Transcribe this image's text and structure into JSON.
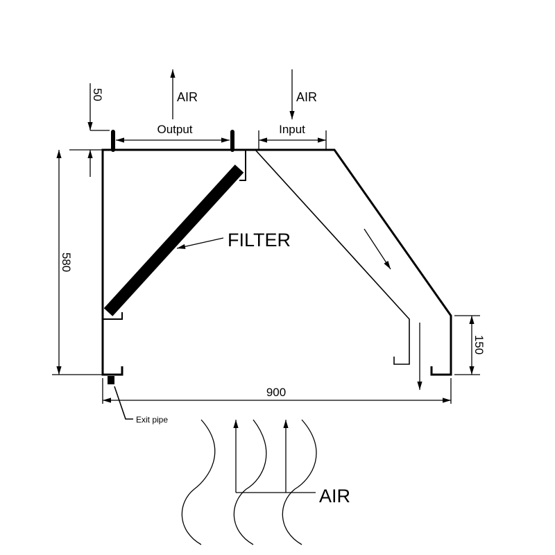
{
  "labels": {
    "air_output": "AIR",
    "air_input": "AIR",
    "air_bottom": "AIR",
    "output": "Output",
    "input": "Input",
    "filter": "FILTER",
    "exit_pipe": "Exit pipe"
  },
  "dimensions": {
    "top_offset": "50",
    "height": "580",
    "width": "900",
    "outlet_height": "150"
  },
  "colors": {
    "line": "#000000",
    "background": "#ffffff"
  }
}
